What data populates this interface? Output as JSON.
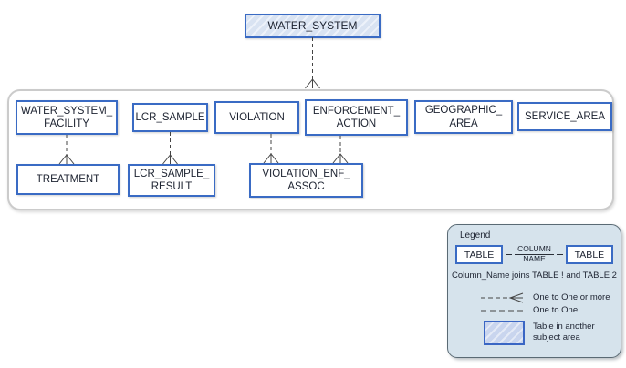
{
  "colors": {
    "box_border": "#3a6bc4",
    "box_fill": "#ffffff",
    "hatch_fill": "#d9e3f2",
    "hatch_stripe": "#edf2fa",
    "container_border": "#cbcbcb",
    "legend_bg": "#d6e3ec",
    "legend_border": "#5a6a74",
    "connector": "#444444",
    "text": "#1c2230"
  },
  "diagram": {
    "root_table": {
      "label": "WATER_SYSTEM"
    },
    "row1_tables": [
      {
        "label": "WATER_SYSTEM_\nFACILITY"
      },
      {
        "label": "LCR_SAMPLE"
      },
      {
        "label": "VIOLATION"
      },
      {
        "label": "ENFORCEMENT_\nACTION"
      },
      {
        "label": "GEOGRAPHIC_\nAREA"
      },
      {
        "label": "SERVICE_AREA"
      }
    ],
    "row2_tables": [
      {
        "label": "TREATMENT"
      },
      {
        "label": "LCR_SAMPLE_\nRESULT"
      },
      {
        "label": "VIOLATION_ENF_\nASSOC"
      }
    ]
  },
  "legend": {
    "title": "Legend",
    "sample": {
      "left_table": "TABLE",
      "right_table": "TABLE",
      "join_top": "COLUMN",
      "join_bottom": "NAME"
    },
    "caption": "Column_Name joins TABLE ! and TABLE 2",
    "items": [
      {
        "label": "One to One or more"
      },
      {
        "label": "One to One"
      },
      {
        "label": "Table in another\nsubject area"
      }
    ]
  }
}
